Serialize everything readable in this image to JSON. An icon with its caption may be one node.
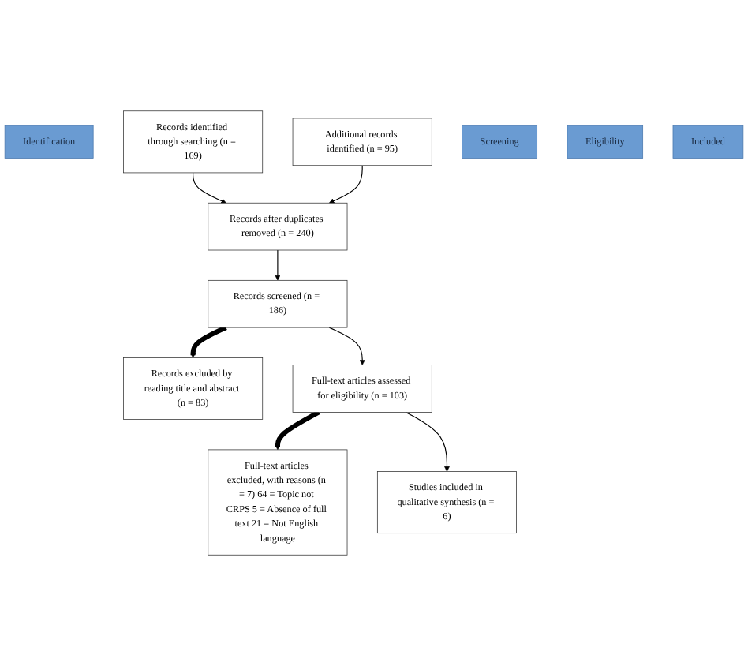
{
  "diagram": {
    "nodes": [
      {
        "text": [
          "Identification"
        ]
      },
      {
        "text": [
          "Records identified through searching (n = 169)"
        ]
      },
      {
        "text": [
          "Additional records identified (n = 95)"
        ]
      },
      {
        "text": [
          "Screening"
        ]
      },
      {
        "text": [
          "Records after duplicates removed (n = 240)"
        ]
      },
      {
        "text": [
          "Eligibility"
        ]
      },
      {
        "text": [
          "Records screened (n = 186)"
        ]
      },
      {
        "text": [
          "Records excluded by reading title and abstract (n = 83)"
        ]
      },
      {
        "text": [
          "Full-text articles assessed for eligibility (n = 103)"
        ]
      },
      {
        "text": [
          "Full-text articles excluded, with reasons (n = 7) 64 = Topic not CRPS 5 = Absence of full text 21 = Not English language"
        ]
      },
      {
        "text": [
          "Included"
        ]
      },
      {
        "text": [
          "Studies included in qualitative synthesis (n = 6)"
        ]
      }
    ],
    "edges": [
      {
        "from": 1,
        "to": 4,
        "arrow": "to"
      },
      {
        "from": 2,
        "to": 4,
        "arrow": "to"
      },
      {
        "from": 4,
        "to": 6,
        "arrow": "to"
      },
      {
        "from": 6,
        "to": 7,
        "arrow": "to",
        "style": "thick"
      },
      {
        "from": 6,
        "to": 8,
        "arrow": "to"
      },
      {
        "from": 8,
        "to": 9,
        "arrow": "to",
        "style": "thick"
      },
      {
        "from": 8,
        "to": 11,
        "arrow": "to"
      }
    ]
  }
}
